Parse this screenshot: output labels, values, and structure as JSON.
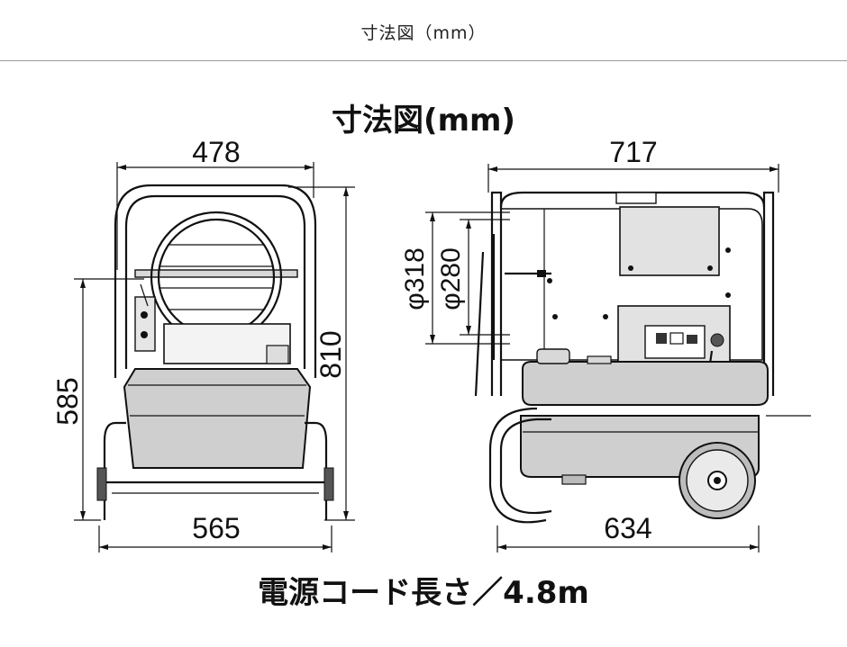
{
  "header": {
    "title": "寸法図（mm）"
  },
  "drawing": {
    "title": "寸法図(mm)",
    "dimensions": {
      "front_top_width": "478",
      "front_height_left": "585",
      "front_height_right": "810",
      "front_bottom_width": "565",
      "side_top_width": "717",
      "side_bottom_width": "634",
      "outlet_outer_diameter": "φ318",
      "outlet_inner_diameter": "φ280"
    },
    "cord_note": "電源コード長さ／4.8m"
  }
}
